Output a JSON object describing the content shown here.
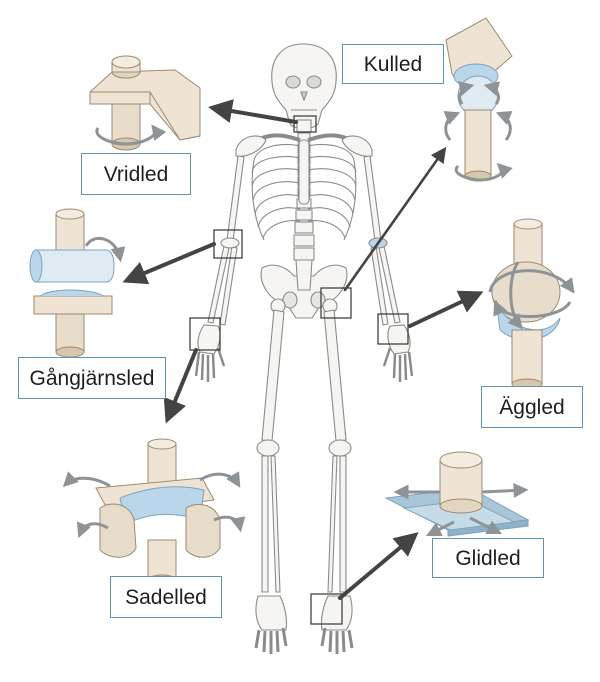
{
  "diagram": {
    "joint_labels": {
      "kulled": "Kulled",
      "vridled": "Vridled",
      "gangjarnsled": "Gångjärnsled",
      "aggled": "Äggled",
      "glidled": "Glidled",
      "sadelled": "Sadelled"
    },
    "colors": {
      "bone": "#f7f5f1",
      "bone_outline": "#8b8b8b",
      "joint_beige": "#efe4d3",
      "joint_shadow": "#d8c6ad",
      "cartilage_blue": "#b9d6ea",
      "plate_blue": "#a9c6d8",
      "arrow_dark": "#444444",
      "motion_arrow": "#8e9398",
      "label_border": "#5f93bd"
    }
  }
}
